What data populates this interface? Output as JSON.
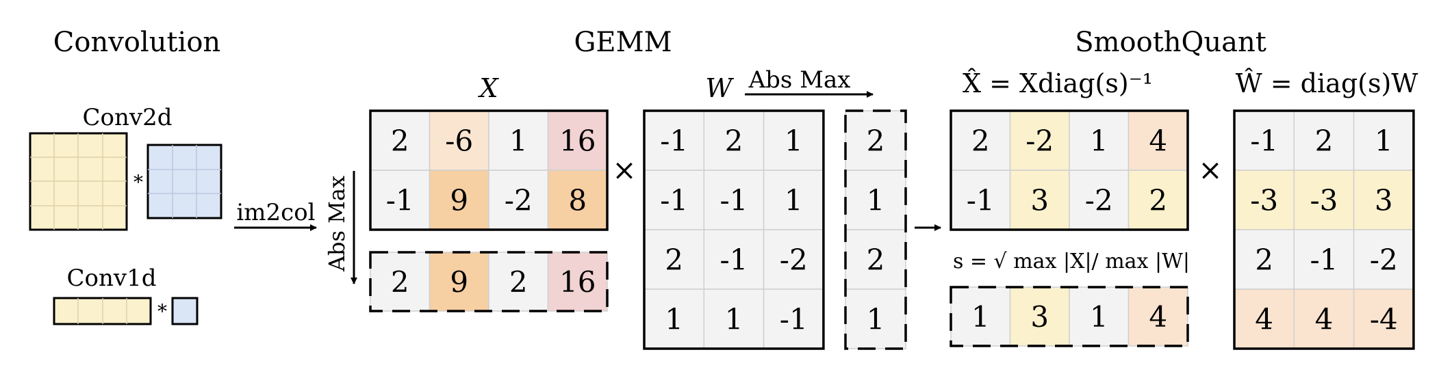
{
  "sections": {
    "convolution": "Convolution",
    "gemm": "GEMM",
    "smoothquant": "SmoothQuant"
  },
  "conv": {
    "conv2d_label": "Conv2d",
    "conv1d_label": "Conv1d",
    "star": "*",
    "im2col_label": "im2col",
    "colors": {
      "input": "#FBF1CD",
      "kernel": "#DAE5F6"
    }
  },
  "gemm": {
    "x_label": "X",
    "w_label": "W",
    "abs_max_x": "Abs Max",
    "abs_max_w": "Abs Max",
    "times": "×",
    "x_matrix": [
      [
        "2",
        "-6",
        "1",
        "16"
      ],
      [
        "-1",
        "9",
        "-2",
        "8"
      ]
    ],
    "x_colors": [
      [
        "gray",
        "lpeach",
        "gray",
        "pink"
      ],
      [
        "gray",
        "orange",
        "gray",
        "orange"
      ]
    ],
    "x_absmax": [
      "2",
      "9",
      "2",
      "16"
    ],
    "x_absmax_colors": [
      "gray",
      "orange",
      "gray",
      "pink"
    ],
    "w_matrix": [
      [
        "-1",
        "2",
        "1"
      ],
      [
        "-1",
        "-1",
        "1"
      ],
      [
        "2",
        "-1",
        "-2"
      ],
      [
        "1",
        "1",
        "-1"
      ]
    ],
    "w_absmax": [
      "2",
      "1",
      "2",
      "1"
    ]
  },
  "smooth": {
    "xhat_label": "X̂ = Xdiag(s)⁻¹",
    "what_label": "Ŵ = diag(s)W",
    "s_formula": "s = √ max |X|/ max |W|",
    "times": "×",
    "xhat_matrix": [
      [
        "2",
        "-2",
        "1",
        "4"
      ],
      [
        "-1",
        "3",
        "-2",
        "2"
      ]
    ],
    "xhat_colors": [
      [
        "gray",
        "yellow",
        "gray",
        "peach"
      ],
      [
        "gray",
        "yellow",
        "gray",
        "yellow"
      ]
    ],
    "s_values": [
      "1",
      "3",
      "1",
      "4"
    ],
    "s_colors": [
      "gray",
      "yellow",
      "gray",
      "peach"
    ],
    "what_matrix": [
      [
        "-1",
        "2",
        "1"
      ],
      [
        "-3",
        "-3",
        "3"
      ],
      [
        "2",
        "-1",
        "-2"
      ],
      [
        "4",
        "4",
        "-4"
      ]
    ],
    "what_colors": [
      "gray",
      "yellow",
      "gray",
      "peach"
    ]
  },
  "palette": {
    "gray": "#F3F3F3",
    "yellow": "#FBF1CD",
    "peach": "#FAE3CF",
    "lpeach": "#FAE5D0",
    "orange": "#F6CFA3",
    "pink": "#F1D3D3"
  }
}
